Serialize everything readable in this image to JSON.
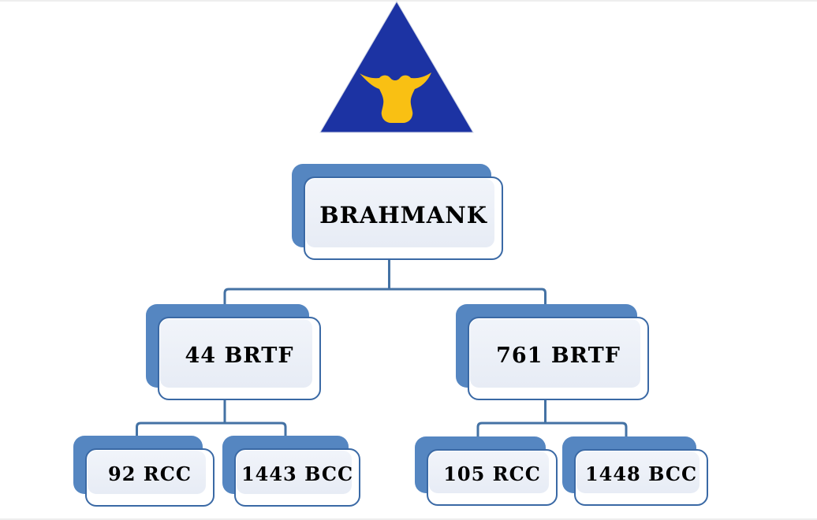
{
  "diagram": {
    "type": "org-chart",
    "logo": {
      "shape": "triangle",
      "icon": "bull-head-icon",
      "triangle_color": "#1c33a3",
      "bull_color": "#f9c013"
    },
    "colors": {
      "background": "#ffffff",
      "node_shadow": "#5586c1",
      "node_border": "#3a69a5",
      "node_face": "#ffffff",
      "node_tint_top": "#f1f4fa",
      "node_tint_bottom": "#e7ecf5",
      "connector": "#4472a4",
      "label_text": "#000000"
    },
    "org_chart": {
      "root": {
        "label": "BRAHMANK",
        "children": [
          {
            "label": "44 BRTF",
            "children": [
              {
                "label": "92 RCC"
              },
              {
                "label": "1443 BCC"
              }
            ]
          },
          {
            "label": "761 BRTF",
            "children": [
              {
                "label": "105 RCC"
              },
              {
                "label": "1448 BCC"
              }
            ]
          }
        ]
      }
    }
  }
}
